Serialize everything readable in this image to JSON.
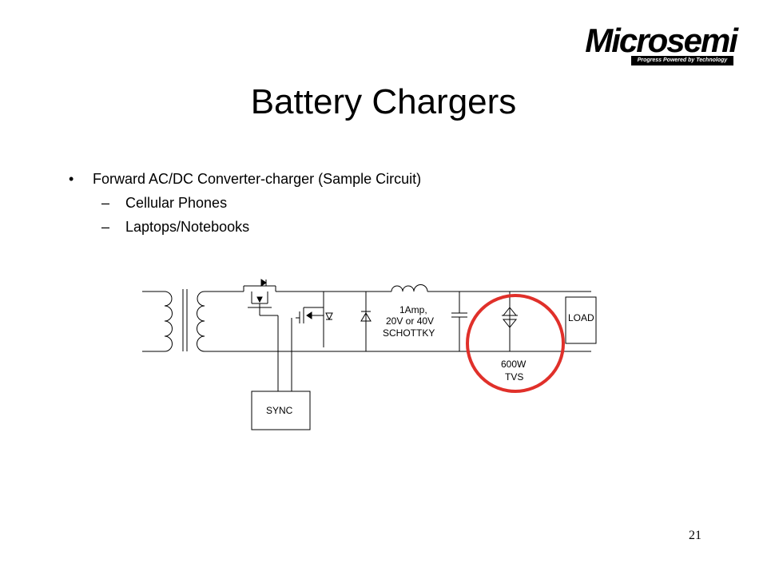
{
  "logo": {
    "word": "Microsemi",
    "tagline": "Progress Powered by Technology"
  },
  "title": "Battery Chargers",
  "bullets": [
    {
      "text": "Forward AC/DC Converter-charger (Sample Circuit)",
      "sub": [
        "Cellular Phones",
        "Laptops/Notebooks"
      ]
    }
  ],
  "circuit": {
    "diode_label_1": "1Amp,",
    "diode_label_2": "20V or 40V",
    "diode_label_3": "SCHOTTKY",
    "tvs_label_1": "600W",
    "tvs_label_2": "TVS",
    "load": "LOAD",
    "sync": "SYNC"
  },
  "page_number": "21",
  "colors": {
    "highlight_circle": "#e0302a"
  }
}
